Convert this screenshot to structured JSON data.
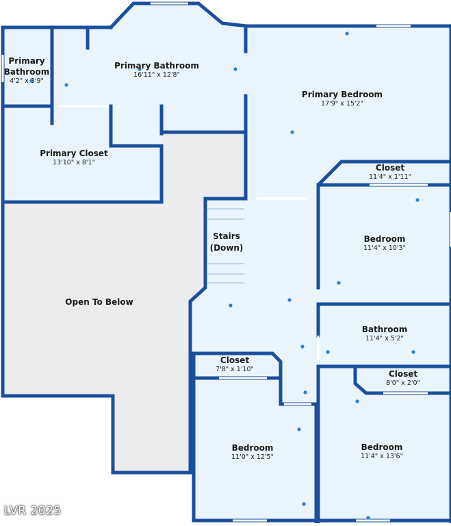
{
  "colors": {
    "wall": "#1b4f9c",
    "room_fill": "#eaf4fc",
    "open_fill": "#ececee",
    "window": "#ffffff",
    "dot": "#2f7fd0"
  },
  "rooms": [
    {
      "id": "primary-bathroom-small",
      "name": "Primary\nBathroom",
      "dims": "4'2\" x 3'9\""
    },
    {
      "id": "primary-bathroom",
      "name": "Primary Bathroom",
      "dims": "16'11\" x 12'8\""
    },
    {
      "id": "primary-bedroom",
      "name": "Primary Bedroom",
      "dims": "17'9\" x 15'2\""
    },
    {
      "id": "primary-closet",
      "name": "Primary Closet",
      "dims": "13'10\" x 8'1\""
    },
    {
      "id": "closet-upper-right",
      "name": "Closet",
      "dims": "11'4\" x 1'11\""
    },
    {
      "id": "bedroom-right",
      "name": "Bedroom",
      "dims": "11'4\" x 10'3\""
    },
    {
      "id": "stairs",
      "name": "Stairs\n(Down)",
      "dims": ""
    },
    {
      "id": "open-to-below",
      "name": "Open To Below",
      "dims": ""
    },
    {
      "id": "bathroom",
      "name": "Bathroom",
      "dims": "11'4\" x 5'2\""
    },
    {
      "id": "closet-left",
      "name": "Closet",
      "dims": "7'8\" x 1'10\""
    },
    {
      "id": "closet-lower-right",
      "name": "Closet",
      "dims": "8'0\" x 2'0\""
    },
    {
      "id": "bedroom-bottom-left",
      "name": "Bedroom",
      "dims": "11'0\" x 12'5\""
    },
    {
      "id": "bedroom-bottom-right",
      "name": "Bedroom",
      "dims": "11'4\" x 13'6\""
    }
  ],
  "watermark": "LVR 2025"
}
